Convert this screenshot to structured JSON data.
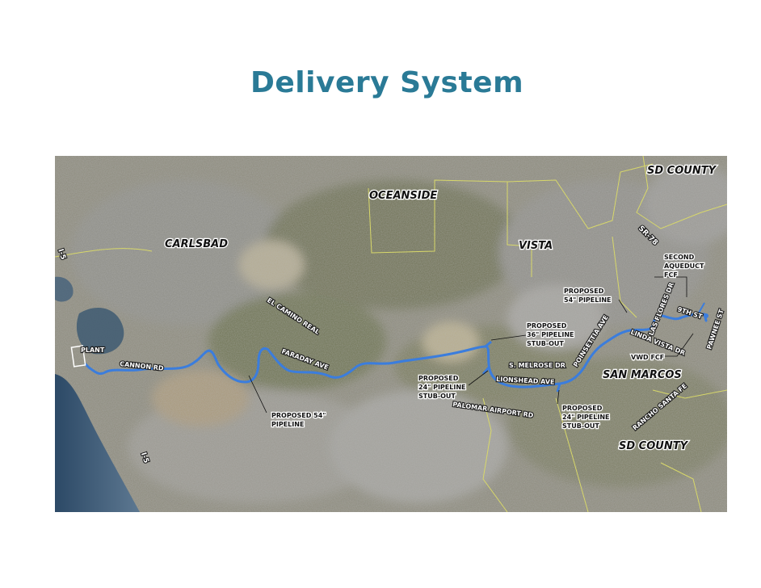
{
  "title": "Delivery System",
  "map": {
    "regions": {
      "sd_county_top": "SD COUNTY",
      "oceanside": "OCEANSIDE",
      "carlsbad": "CARLSBAD",
      "vista": "VISTA",
      "san_marcos": "SAN MARCOS",
      "sd_county_bottom": "SD COUNTY"
    },
    "roads": {
      "i5_top": "I-5",
      "i5_bottom": "I-5",
      "sr78": "SR-78",
      "cannon_rd": "CANNON RD",
      "el_camino_real": "EL CAMINO REAL",
      "faraday_ave": "FARADAY    AVE",
      "s_melrose_dr": "S. MELROSE DR",
      "palomar_airport_rd": "PALOMAR AIRPORT RD",
      "lionshead_ave": "LIONSHEAD   AVE",
      "poinsettia_ave": "POINSETTIA AVE",
      "las_flores_dr": "LAS FLORES DR",
      "linda_vista_dr": "LINDA VISTA DR",
      "ninth_st": "9TH ST",
      "pawnee_st": "PAWNEE ST",
      "rancho_santa_fe": "RANCHO SANTA FE"
    },
    "facilities": {
      "plant": "PLANT",
      "second_aqueduct": [
        "SECOND",
        "AQUEDUCT",
        "FCF"
      ],
      "vwd_fcf": "VWD FCF"
    },
    "callouts": {
      "proposed_54_main": [
        "PROPOSED 54\"",
        "PIPELINE"
      ],
      "proposed_54_east": [
        "PROPOSED",
        "54\" PIPELINE"
      ],
      "proposed_36": [
        "PROPOSED",
        "36\" PIPELINE",
        "STUB-OUT"
      ],
      "proposed_24_west": [
        "PROPOSED",
        "24\" PIPELINE",
        "STUB-OUT"
      ],
      "proposed_24_east": [
        "PROPOSED",
        "24\" PIPELINE",
        "STUB-OUT"
      ]
    },
    "colors": {
      "pipeline": "#3b7ddd",
      "boundary": "#d8d86a",
      "title": "#2a7a96"
    }
  }
}
